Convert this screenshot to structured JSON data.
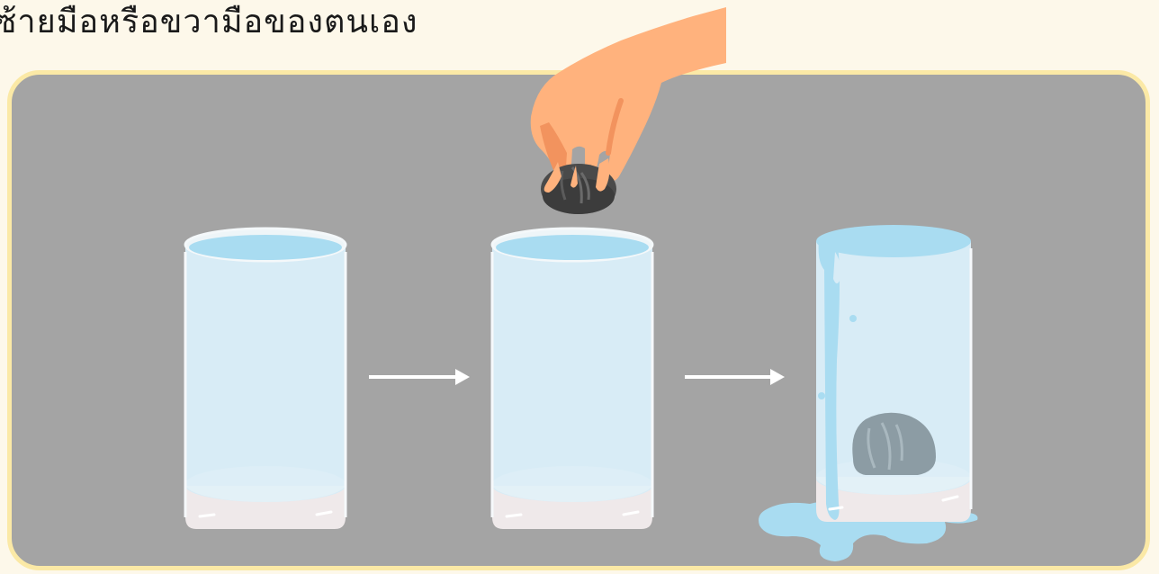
{
  "heading": {
    "text": "ซ้ายมือหรือขวามือของตนเอง"
  },
  "colors": {
    "background": "#fdf8ea",
    "panel": "#a4a4a4",
    "panel_border": "#fbe9a6",
    "glass": "#d8ecf6",
    "water_top": "#a9dcf1",
    "glass_base": "#efe9ea",
    "skin": "#ffb27d",
    "skin_shadow": "#f2935e",
    "stone": "#4a4a4a",
    "arrow": "#ffffff"
  },
  "scene": {
    "steps": [
      {
        "id": "full-glass",
        "state": "glass filled with water"
      },
      {
        "id": "drop-stone",
        "state": "hand drops stone into full glass"
      },
      {
        "id": "overflow",
        "state": "stone inside glass, water overflows"
      }
    ],
    "icons": [
      "hand-icon",
      "stone-icon",
      "arrow-right-icon",
      "water-spill-icon"
    ]
  }
}
